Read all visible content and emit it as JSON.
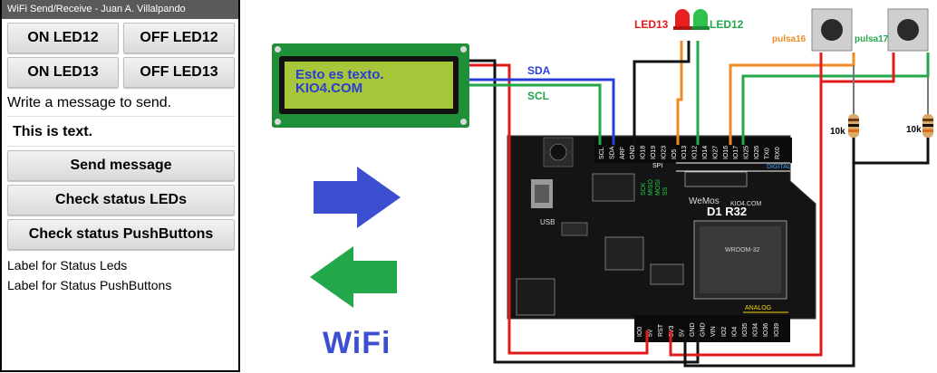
{
  "app": {
    "title": "WiFi Send/Receive - Juan A. Villalpando",
    "buttons": {
      "on_led12": "ON LED12",
      "off_led12": "OFF LED12",
      "on_led13": "ON LED13",
      "off_led13": "OFF LED13",
      "send": "Send message",
      "check_leds": "Check status LEDs",
      "check_push": "Check status PushButtons"
    },
    "prompt": "Write a message to send.",
    "message_value": "This is text.",
    "status_leds": "Label for Status Leds",
    "status_push": "Label for Status PushButtons"
  },
  "center": {
    "wifi_label": "WiFi",
    "arrow_send_color": "#3c4fd1",
    "arrow_receive_color": "#22a84a"
  },
  "lcd": {
    "line1": "Esto es texto.",
    "line2": "KIO4.COM"
  },
  "wiring": {
    "sda": "SDA",
    "scl": "SCL",
    "led13": "LED13",
    "led12": "LED12",
    "pulsa16": "pulsa16",
    "pulsa17": "pulsa17",
    "res1": "10k",
    "res2": "10k"
  },
  "board": {
    "name": "D1 R32",
    "brand": "WeMos",
    "site": "KIO4.COM",
    "digital": "DIGITAL",
    "analog": "ANALOG",
    "spi": "SPI",
    "usb": "USB",
    "top_pins": [
      "SCL",
      "SDA",
      "ARF",
      "GND",
      "IO18",
      "IO19",
      "IO23",
      "IO5",
      "IO13",
      "IO12",
      "IO14",
      "IO27",
      "IO16",
      "IO17",
      "IO25",
      "IO26",
      "TX0",
      "RX0"
    ],
    "bottom_pins": [
      "IO0",
      "5V",
      "RST",
      "3V3",
      "5V",
      "GND",
      "GND",
      "VIN",
      "IO2",
      "IO4",
      "IO35",
      "IO34",
      "IO36",
      "IO39"
    ],
    "spi_pins": [
      "SCK",
      "MISO",
      "MOSI",
      "SS"
    ],
    "chip_label": "WROOM-32"
  },
  "colors": {
    "red_wire": "#e01b1b",
    "black_wire": "#111111",
    "blue_wire": "#2b3fd6",
    "green_wire": "#22a84a",
    "orange_wire": "#f08a24",
    "led13_text": "#e01b1b",
    "led12_text": "#22a84a"
  }
}
